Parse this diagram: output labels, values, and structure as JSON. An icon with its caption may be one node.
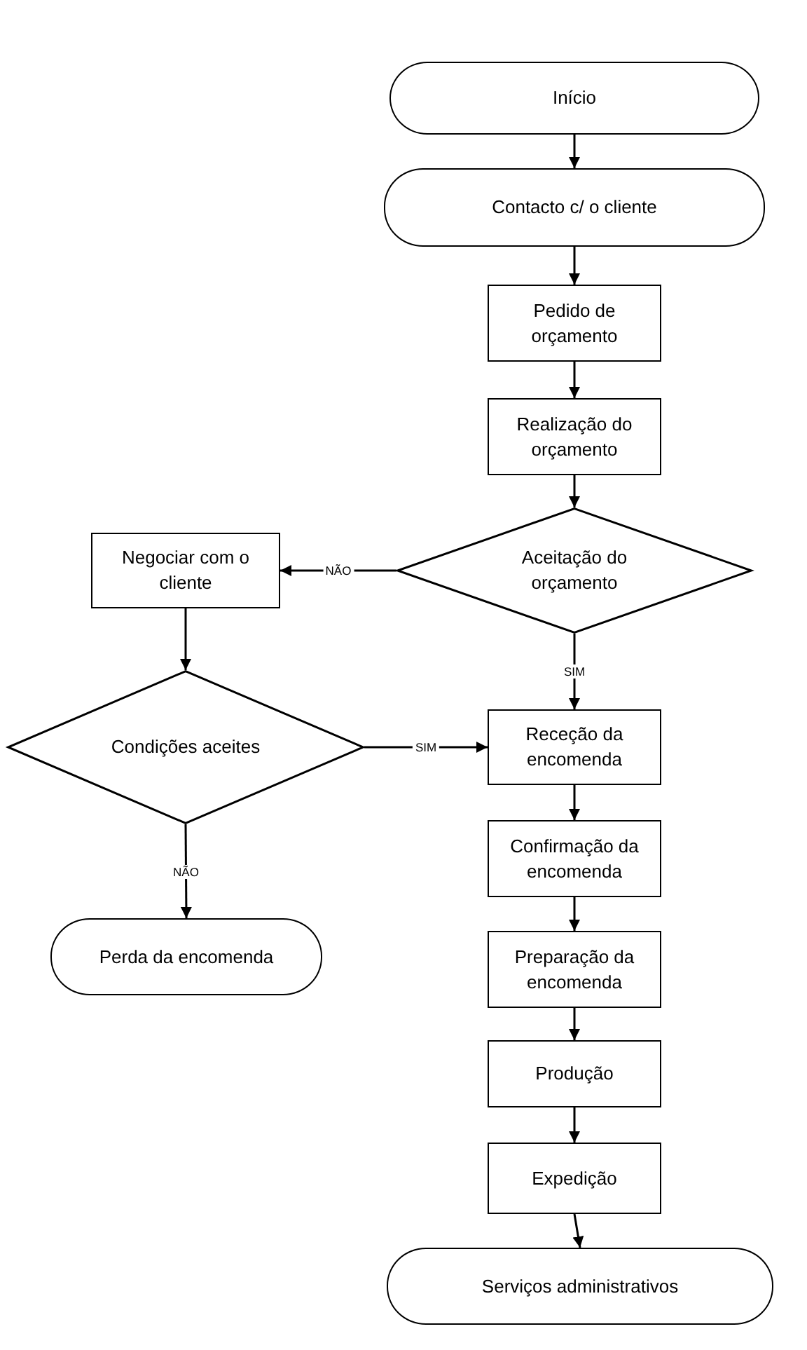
{
  "diagram": {
    "nodes": [
      {
        "text": [
          "Início"
        ]
      },
      {
        "text": [
          "Contacto c/ o cliente"
        ]
      },
      {
        "text": [
          "Pedido de orçamento"
        ]
      },
      {
        "text": [
          "Realização do orçamento"
        ]
      },
      {
        "text": [
          "Aceitação do orçamento"
        ]
      },
      {
        "text": [
          "Negociar com o cliente"
        ]
      },
      {
        "text": [
          "Condições aceites"
        ]
      },
      {
        "text": [
          "Receção da encomenda"
        ]
      },
      {
        "text": [
          "Confirmação da encomenda"
        ]
      },
      {
        "text": [
          "Preparação da encomenda"
        ]
      },
      {
        "text": [
          "Produção"
        ]
      },
      {
        "text": [
          "Expedição"
        ]
      },
      {
        "text": [
          "Serviços administrativos"
        ]
      },
      {
        "text": [
          "Perda da encomenda"
        ]
      }
    ],
    "edges": [
      {
        "from": 0,
        "to": 1,
        "arrow": "to"
      },
      {
        "from": 1,
        "to": 2,
        "arrow": "to"
      },
      {
        "from": 2,
        "to": 3,
        "arrow": "to"
      },
      {
        "from": 3,
        "to": 4,
        "arrow": "to"
      },
      {
        "from": 4,
        "to": 5,
        "arrow": "to",
        "label": "NÃO"
      },
      {
        "from": 4,
        "to": 7,
        "arrow": "to",
        "label": "SIM"
      },
      {
        "from": 5,
        "to": 6,
        "arrow": "to"
      },
      {
        "from": 6,
        "to": 7,
        "arrow": "to",
        "label": "SIM"
      },
      {
        "from": 6,
        "to": 13,
        "arrow": "to",
        "label": "NÃO"
      },
      {
        "from": 7,
        "to": 8,
        "arrow": "to"
      },
      {
        "from": 8,
        "to": 9,
        "arrow": "to"
      },
      {
        "from": 9,
        "to": 10,
        "arrow": "to"
      },
      {
        "from": 10,
        "to": 11,
        "arrow": "to"
      },
      {
        "from": 11,
        "to": 12,
        "arrow": "to"
      }
    ]
  }
}
